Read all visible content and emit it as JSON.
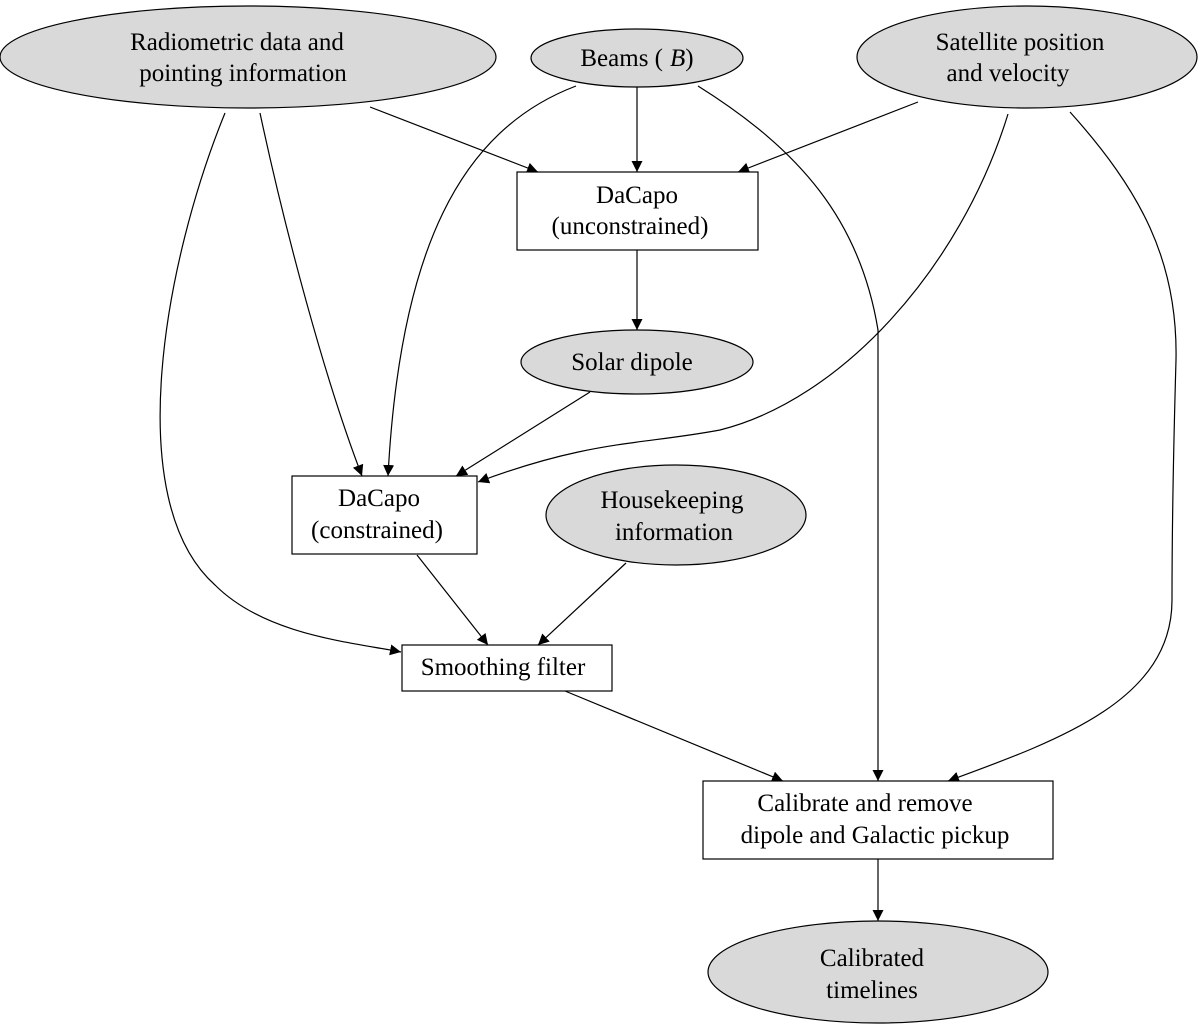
{
  "nodes": {
    "radiometric": {
      "line1": "Radiometric data and",
      "line2": "pointing information"
    },
    "beams": {
      "pre": "Beams (",
      "var": "B",
      "post": ")"
    },
    "satellite": {
      "line1": "Satellite position",
      "line2": "and velocity"
    },
    "dacapo_unconstrained": {
      "line1": "DaCapo",
      "line2": "(unconstrained)"
    },
    "solar_dipole": {
      "line1": "Solar dipole"
    },
    "dacapo_constrained": {
      "line1": "DaCapo",
      "line2": "(constrained)"
    },
    "housekeeping": {
      "line1": "Housekeeping",
      "line2": "information"
    },
    "smoothing_filter": {
      "line1": "Smoothing filter"
    },
    "calibrate": {
      "line1": "Calibrate and remove",
      "line2": "dipole and Galactic pickup"
    },
    "calibrated_timelines": {
      "line1": "Calibrated",
      "line2": "timelines"
    }
  },
  "colors": {
    "ellipse_fill": "#d9d9d9",
    "box_fill": "#ffffff",
    "stroke": "#000000"
  }
}
